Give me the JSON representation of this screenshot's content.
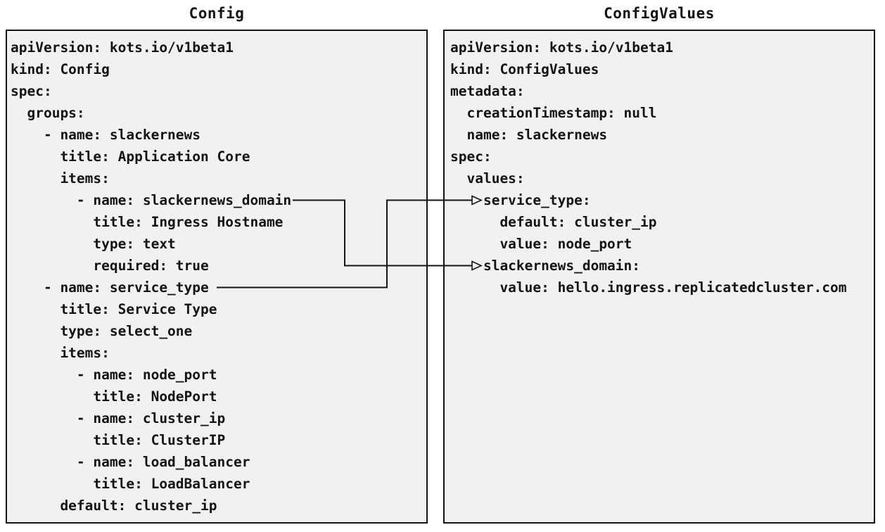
{
  "diagram": {
    "colors": {
      "panel_background": "#f1f1f2",
      "panel_border": "#141414",
      "text": "#141414",
      "connector": "#141414"
    },
    "left_panel": {
      "title": "Config",
      "lines": [
        "apiVersion: kots.io/v1beta1",
        "kind: Config",
        "spec:",
        "  groups:",
        "    - name: slackernews",
        "      title: Application Core",
        "      items:",
        "        - name: slackernews_domain",
        "          title: Ingress Hostname",
        "          type: text",
        "          required: true",
        "    - name: service_type",
        "      title: Service Type",
        "      type: select_one",
        "      items:",
        "        - name: node_port",
        "          title: NodePort",
        "        - name: cluster_ip",
        "          title: ClusterIP",
        "        - name: load_balancer",
        "          title: LoadBalancer",
        "      default: cluster_ip"
      ]
    },
    "right_panel": {
      "title": "ConfigValues",
      "lines": [
        "apiVersion: kots.io/v1beta1",
        "kind: ConfigValues",
        "metadata:",
        "  creationTimestamp: null",
        "  name: slackernews",
        "spec:",
        "  values:",
        "    service_type:",
        "      default: cluster_ip",
        "      value: node_port",
        "    slackernews_domain:",
        "      value: hello.ingress.replicatedcluster.com"
      ]
    },
    "connections": [
      {
        "from": "Config: slackernews_domain",
        "to": "ConfigValues: slackernews_domain"
      },
      {
        "from": "Config: service_type",
        "to": "ConfigValues: service_type"
      }
    ]
  }
}
